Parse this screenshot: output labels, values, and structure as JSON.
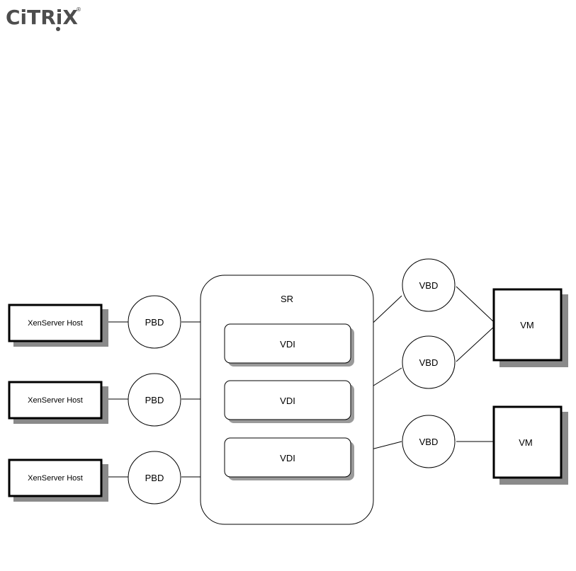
{
  "brand": {
    "name": "CiTRiX",
    "registered_mark": "®"
  },
  "diagram": {
    "sr_label": "SR",
    "hosts": [
      "XenServer Host",
      "XenServer Host",
      "XenServer Host"
    ],
    "pbds": [
      "PBD",
      "PBD",
      "PBD"
    ],
    "vdis": [
      "VDI",
      "VDI",
      "VDI"
    ],
    "vbds": [
      "VBD",
      "VBD",
      "VBD"
    ],
    "vms": [
      "VM",
      "VM"
    ]
  },
  "colors": {
    "stroke": "#000000",
    "shadow": "#8a8a8a",
    "fill": "#ffffff",
    "logo": "#4d4d4d"
  }
}
